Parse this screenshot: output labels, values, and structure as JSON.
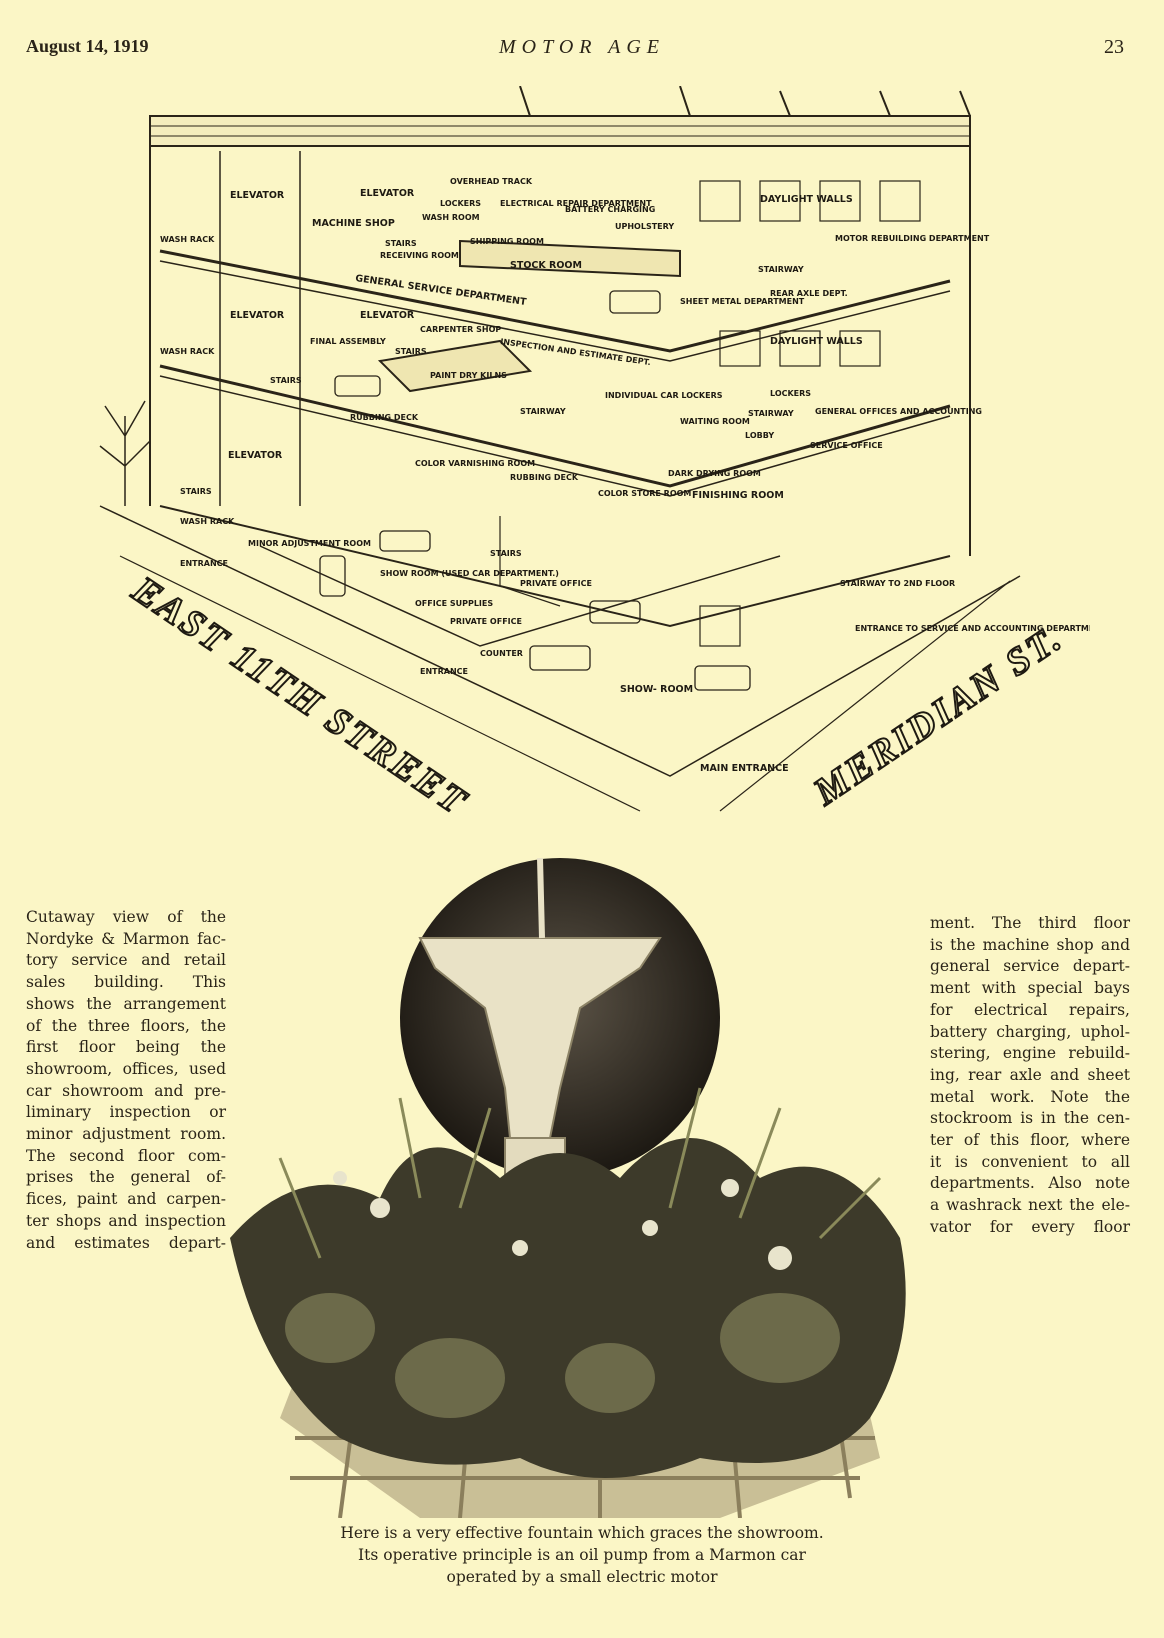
{
  "header": {
    "date": "August 14, 1919",
    "magazine": "MOTOR AGE",
    "page_number": "23"
  },
  "diagram": {
    "streets": {
      "left": "EAST 11TH STREET",
      "right": "MERIDIAN ST."
    },
    "third_floor": {
      "elevator_1": "ELEVATOR",
      "elevator_2": "ELEVATOR",
      "overhead_track": "OVERHEAD TRACK",
      "lockers": "LOCKERS",
      "electrical_repair": "ELECTRICAL REPAIR DEPARTMENT",
      "battery_charging": "BATTERY CHARGING",
      "upholstery": "UPHOLSTERY",
      "daylight_walls": "DAYLIGHT WALLS",
      "machine_shop": "MACHINE SHOP",
      "wash_room": "WASH ROOM",
      "wash_rack": "WASH RACK",
      "stairs": "STAIRS",
      "receiving_room": "RECEIVING ROOM",
      "shipping_room": "SHIPPING ROOM",
      "stock_room": "STOCK ROOM",
      "motor_rebuilding": "MOTOR REBUILDING DEPARTMENT",
      "general_service": "GENERAL SERVICE DEPARTMENT",
      "stairway": "STAIRWAY",
      "rear_axle": "REAR AXLE DEPT.",
      "sheet_metal": "SHEET METAL DEPARTMENT"
    },
    "second_floor": {
      "elevator_1": "ELEVATOR",
      "elevator_2": "ELEVATOR",
      "carpenter_shop": "CARPENTER SHOP",
      "final_assembly": "FINAL ASSEMBLY",
      "stairs_1": "STAIRS",
      "inspection": "INSPECTION AND ESTIMATE DEPT.",
      "daylight_walls": "DAYLIGHT WALLS",
      "wash_rack": "WASH RACK",
      "paint_dry_kilns": "PAINT DRY KILNS",
      "stairs_2": "STAIRS",
      "lockers": "LOCKERS",
      "individual_car_lockers": "INDIVIDUAL CAR LOCKERS",
      "rubbing_deck_1": "RUBBING DECK",
      "stairway_1": "STAIRWAY",
      "general_offices": "GENERAL OFFICES AND ACCOUNTING",
      "waiting_room": "WAITING ROOM",
      "stairway_2": "STAIRWAY",
      "lobby": "LOBBY",
      "service_office": "SERVICE OFFICE",
      "color_varnishing": "COLOR VARNISHING ROOM",
      "rubbing_deck_2": "RUBBING DECK",
      "dark_drying": "DARK DRYING ROOM",
      "color_store": "COLOR STORE ROOM",
      "finishing_room": "FINISHING ROOM"
    },
    "first_floor": {
      "elevator": "ELEVATOR",
      "stairs_1": "STAIRS",
      "wash_rack": "WASH RACK",
      "minor_adjustment": "MINOR ADJUSTMENT ROOM",
      "entrance_1": "ENTRANCE",
      "stairs_2": "STAIRS",
      "show_room_used": "SHOW ROOM (USED CAR DEPARTMENT.)",
      "private_office_1": "PRIVATE OFFICE",
      "office_supplies": "OFFICE SUPPLIES",
      "private_office_2": "PRIVATE OFFICE",
      "counter": "COUNTER",
      "entrance_2": "ENTRANCE",
      "showroom": "SHOW- ROOM",
      "main_entrance": "MAIN ENTRANCE",
      "stairway_2nd": "STAIRWAY TO 2ND FLOOR",
      "entrance_service": "ENTRANCE TO SERVICE AND ACCOUNTING DEPARTMENTS"
    }
  },
  "left_column": {
    "lines": [
      "Cutaway view of the",
      "Nordyke & Marmon fac-",
      "tory service and retail",
      "sales building. This",
      "shows the arrangement",
      "of the three floors, the",
      "first floor being the",
      "showroom, offices, used",
      "car showroom and pre-",
      "liminary inspection or",
      "minor adjustment room.",
      "The second floor com-",
      "prises the general of-",
      "fices, paint and carpen-",
      "ter shops and inspection",
      "and estimates depart-"
    ]
  },
  "right_column": {
    "lines": [
      "ment. The third floor",
      "is the machine shop and",
      "general service depart-",
      "ment with special bays",
      "for electrical repairs,",
      "battery charging, uphol-",
      "stering, engine rebuild-",
      "ing, rear axle and sheet",
      "metal work. Note the",
      "stockroom is in the cen-",
      "ter of this floor, where",
      "it is convenient to all",
      "departments. Also note",
      "a washrack next the ele-",
      "vator for every floor"
    ]
  },
  "photo_caption": {
    "line1": "Here is a very effective fountain which graces the showroom.",
    "line2": "Its operative principle is an oil pump from a Marmon car",
    "line3": "operated by a small electric motor"
  }
}
